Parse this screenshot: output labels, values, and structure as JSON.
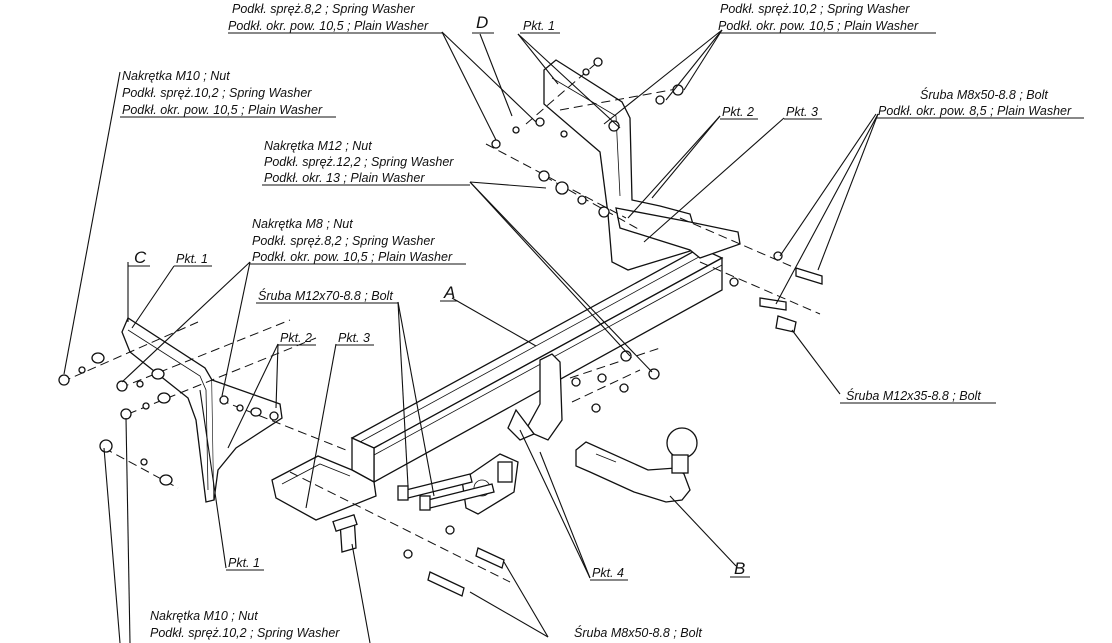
{
  "labels": {
    "top_left_spring": "Podkł. spręż.8,2 ; Spring Washer",
    "top_left_plain": "Podkł. okr. pow. 10,5 ; Plain Washer",
    "top_right_spring": "Podkł. spręż.10,2 ; Spring Washer",
    "top_right_plain": "Podkł. okr. pow. 10,5 ; Plain Washer",
    "m10_nut": "Nakrętka  M10 ; Nut",
    "m10_spring": "Podkł. spręż.10,2 ; Spring Washer",
    "m10_plain": "Podkł. okr. pow. 10,5 ; Plain Washer",
    "m12_nut": "Nakrętka  M12 ; Nut",
    "m12_spring": "Podkł. spręż.12,2 ; Spring Washer",
    "m12_plain": "Podkł. okr. 13 ; Plain Washer",
    "m8_nut": "Nakrętka  M8 ; Nut",
    "m8_spring": "Podkł. spręż.8,2 ; Spring Washer",
    "m8_plain": "Podkł. okr. pow. 10,5 ; Plain Washer",
    "bolt_m8x50_right": "Śruba M8x50-8.8 ;  Bolt",
    "washer_8_5": "Podkł. okr. pow. 8,5 ; Plain Washer",
    "bolt_m12x70": "Śruba M12x70-8.8 ;  Bolt",
    "bolt_m12x35": "Śruba M12x35-8.8 ;  Bolt",
    "bolt_m8x50_bottom": "Śruba M8x50-8.8 ;  Bolt",
    "bottom_m10_nut": "Nakrętka  M10 ; Nut",
    "bottom_m10_spring": "Podkł. spręż.10,2 ; Spring Washer"
  },
  "points": {
    "pkt1_top": "Pkt. 1",
    "pkt2_top": "Pkt. 2",
    "pkt3_top": "Pkt. 3",
    "pkt1_left": "Pkt. 1",
    "pkt2_left": "Pkt. 2",
    "pkt3_left": "Pkt. 3",
    "pkt1_bottom": "Pkt. 1",
    "pkt4": "Pkt. 4"
  },
  "letters": {
    "A": "A",
    "B": "B",
    "C": "C",
    "D": "D"
  }
}
